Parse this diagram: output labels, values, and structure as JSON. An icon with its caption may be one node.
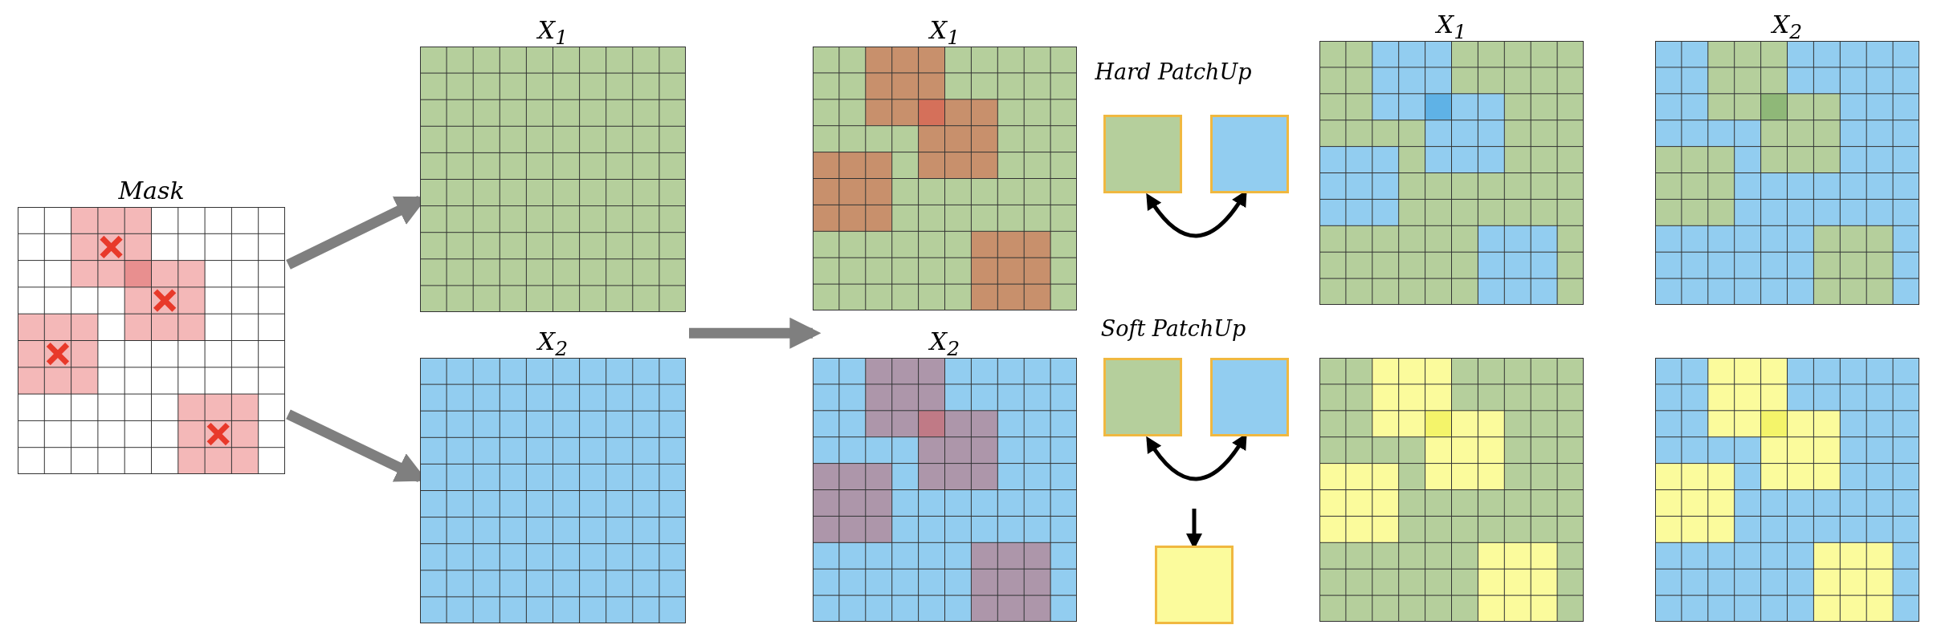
{
  "diagram": {
    "nodes": [
      {
        "text": [
          "Mask"
        ]
      },
      {
        "text": [
          "X$_{1}$"
        ]
      },
      {
        "text": [
          "X$_{2}$"
        ]
      },
      {
        "text": [
          "X$_{1}$"
        ]
      },
      {
        "text": [
          "X$_{2}$"
        ]
      },
      {
        "text": [],
        "shape": "box"
      },
      {
        "text": [],
        "shape": "box"
      },
      {
        "text": [],
        "shape": "box"
      },
      {
        "text": [],
        "shape": "box"
      },
      {
        "text": [],
        "shape": "box"
      },
      {
        "text": [
          "X$_{1}$"
        ]
      },
      {
        "text": [
          "X$_{2}$"
        ]
      },
      {
        "text": [],
        "shape": "box"
      },
      {
        "text": [],
        "shape": "box"
      }
    ],
    "edges": [
      {
        "from": 0,
        "to": 1,
        "arrow": "to",
        "style": "thick",
        "color": "#7f7f7f"
      },
      {
        "from": 0,
        "to": 2,
        "arrow": "to",
        "style": "thick",
        "color": "#7f7f7f"
      },
      {
        "from": 2,
        "to": 4,
        "arrow": "to",
        "style": "thick",
        "color": "#7f7f7f"
      },
      {
        "from": 5,
        "to": 6,
        "arrow": "both",
        "color": "#000000"
      },
      {
        "from": 7,
        "to": 8,
        "arrow": "both",
        "color": "#000000"
      },
      {
        "from": null,
        "to": 9,
        "arrow": "to",
        "color": "#000000"
      }
    ],
    "labels": [
      "Hard PatchUp",
      "Soft PatchUp"
    ]
  }
}
